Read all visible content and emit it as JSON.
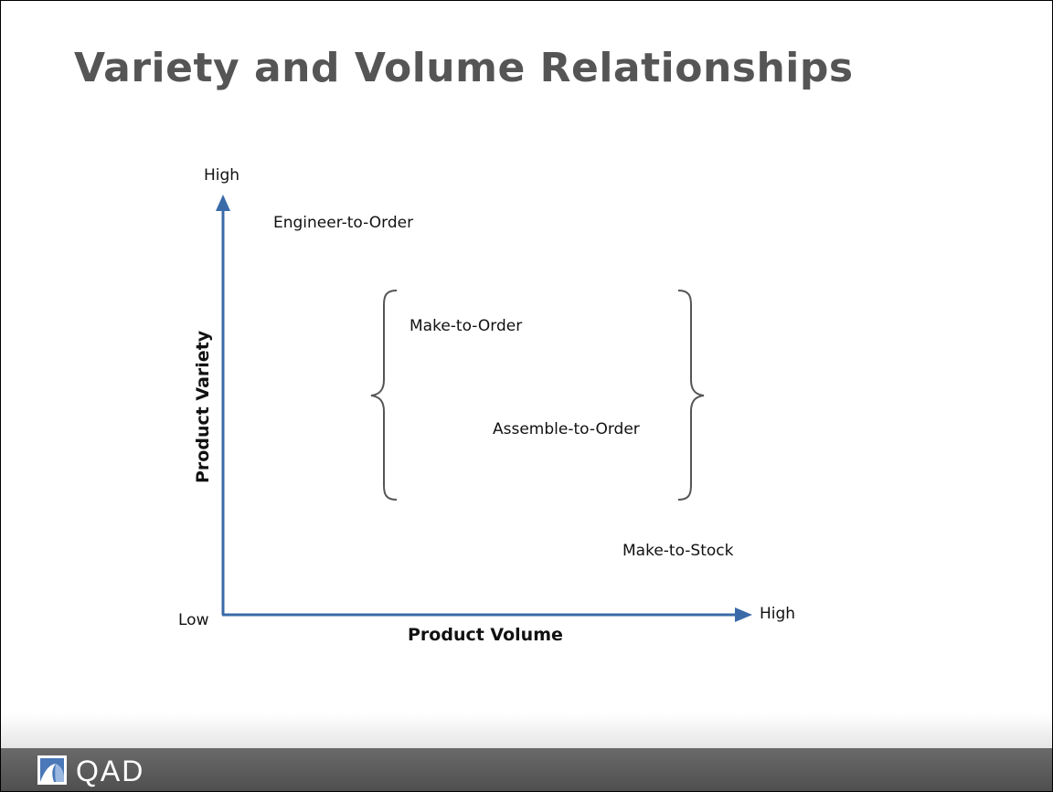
{
  "slide": {
    "title": "Variety and Volume Relationships"
  },
  "diagram": {
    "y_axis": {
      "label": "Product Variety",
      "high": "High"
    },
    "x_axis": {
      "label": "Product Volume",
      "high": "High"
    },
    "origin_label": "Low",
    "items": [
      "Engineer-to-Order",
      "Make-to-Order",
      "Assemble-to-Order",
      "Make-to-Stock"
    ],
    "axis_color": "#3a6aa8",
    "bracket_color": "#555555"
  },
  "footer": {
    "brand": "QAD"
  }
}
